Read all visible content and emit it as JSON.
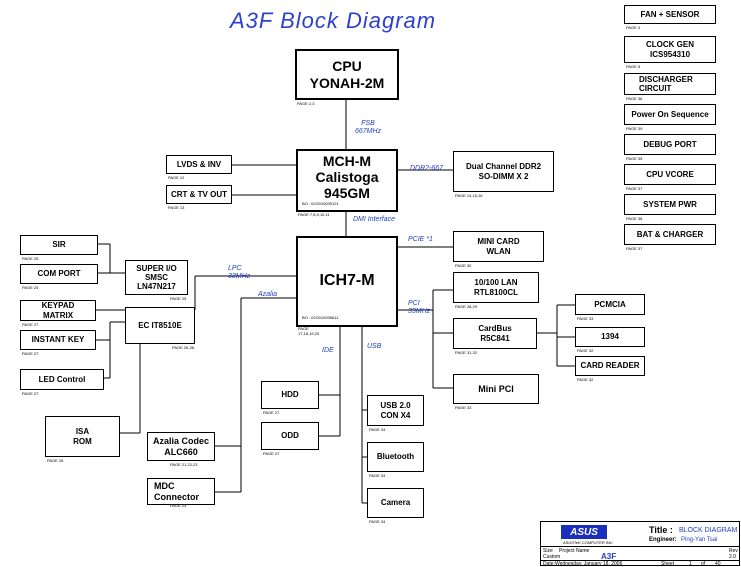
{
  "title": "A3F Block Diagram",
  "cpu": {
    "label": "CPU",
    "model": "YONAH-2M",
    "page": "PAGE 2,3"
  },
  "fsb": {
    "line1": "FSB",
    "line2": "667MHz"
  },
  "mch": {
    "line1": "MCH-M",
    "line2": "Calistoga",
    "line3": "945GM",
    "bom": "BO : 02G010009121",
    "page": "PAGE 7,8,9,10,11"
  },
  "lvds": {
    "label": "LVDS & INV",
    "page": "PAGE 12"
  },
  "crt": {
    "label": "CRT & TV OUT",
    "page": "PAGE 13"
  },
  "ddr": {
    "bus": "DDR2-667",
    "line1": "Dual Channel DDR2",
    "line2": "SO-DIMM X 2",
    "page": "PAGE 14,15,16"
  },
  "dmi": "DMI Interface",
  "ich": {
    "label": "ICH7-M",
    "bom": "BO : 02G010005611",
    "page_l1": "PAGE",
    "page_l2": "17,18,19,20"
  },
  "pcie": "PCIE *1",
  "minicard": {
    "line1": "MINI CARD",
    "line2": "WLAN",
    "page": "PAGE 30"
  },
  "lan": {
    "line1": "10/100 LAN",
    "line2": "RTL8100CL",
    "page": "PAGE 28,29"
  },
  "pci": {
    "line1": "PCI",
    "line2": "33MHz"
  },
  "cardbus": {
    "line1": "CardBus",
    "line2": "R5C841",
    "page": "PAGE 31,32"
  },
  "pcmcia": {
    "label": "PCMCIA",
    "page": "PAGE 33"
  },
  "ieee1394": {
    "label": "1394",
    "page": "PAGE 32"
  },
  "cardreader": {
    "label": "CARD READER",
    "page": "PAGE 32"
  },
  "minipci": {
    "label": "Mini PCI",
    "page": "PAGE 33"
  },
  "lpc": {
    "line1": "LPC",
    "line2": "33MHz"
  },
  "azalia_bus": "Azalia",
  "ide": "IDE",
  "usb": "USB",
  "sir": {
    "label": "SIR",
    "page": "PAGE 25"
  },
  "comport": {
    "label": "COM PORT",
    "page": "PAGE 25"
  },
  "superio": {
    "line1": "SUPER I/O",
    "line2": "SMSC",
    "line3": "LN47N217",
    "page": "PAGE 25"
  },
  "keypad": {
    "line1": "KEYPAD",
    "line2": "MATRIX",
    "page": "PAGE 27"
  },
  "instantkey": {
    "label": "INSTANT KEY",
    "page": "PAGE 27"
  },
  "ec": {
    "label": "EC IT8510E",
    "page": "PAGE 26,36"
  },
  "led": {
    "label": "LED Control",
    "page": "PAGE 27"
  },
  "isarom": {
    "line1": "ISA",
    "line2": "ROM",
    "page": "PAGE 26"
  },
  "azaliacodec": {
    "line1": "Azalia Codec",
    "line2": "ALC660",
    "page": "PAGE 21,22,23"
  },
  "mdc": {
    "line1": "MDC",
    "line2": "Connector",
    "page": "PAGE 24"
  },
  "hdd": {
    "label": "HDD",
    "page": "PAGE 27"
  },
  "odd": {
    "label": "ODD",
    "page": "PAGE 27"
  },
  "usb2": {
    "line1": "USB 2.0",
    "line2": "CON X4",
    "page": "PAGE 34"
  },
  "bluetooth": {
    "label": "Bluetooth",
    "page": "PAGE 34"
  },
  "camera": {
    "label": "Camera",
    "page": "PAGE 34"
  },
  "side": [
    {
      "label": "FAN + SENSOR",
      "page": "PAGE 4"
    },
    {
      "line1": "CLOCK GEN",
      "line2": "ICS954310",
      "page": "PAGE 5"
    },
    {
      "line1": "DISCHARGER",
      "line2": "CIRCUIT",
      "page": "PAGE 36"
    },
    {
      "label": "Power On Sequence",
      "page": "PAGE 39"
    },
    {
      "label": "DEBUG PORT",
      "page": "PAGE 35"
    },
    {
      "label": "CPU VCORE",
      "page": "PAGE 37"
    },
    {
      "label": "SYSTEM PWR",
      "page": "PAGE 38"
    },
    {
      "label": "BAT & CHARGER",
      "page": "PAGE 37"
    }
  ],
  "titleblock": {
    "logo": "ASUS",
    "company": "ASUSTeK COMPUTER INC",
    "title_label": "Title :",
    "title_value": "BLOCK DIAGRAM",
    "engineer_label": "Engineer:",
    "engineer_value": "Ping-Yan Tsai",
    "size_label": "Size",
    "size_value": "Custom",
    "project_label": "Project Name",
    "project_value": "A3F",
    "rev_label": "Rev",
    "rev_value": "2.0",
    "date_label": "Date:",
    "date_value": "Wednesday, January 18, 2006",
    "sheet_label": "Sheet",
    "sheet_value": "1",
    "of_label": "of",
    "of_value": "40"
  }
}
